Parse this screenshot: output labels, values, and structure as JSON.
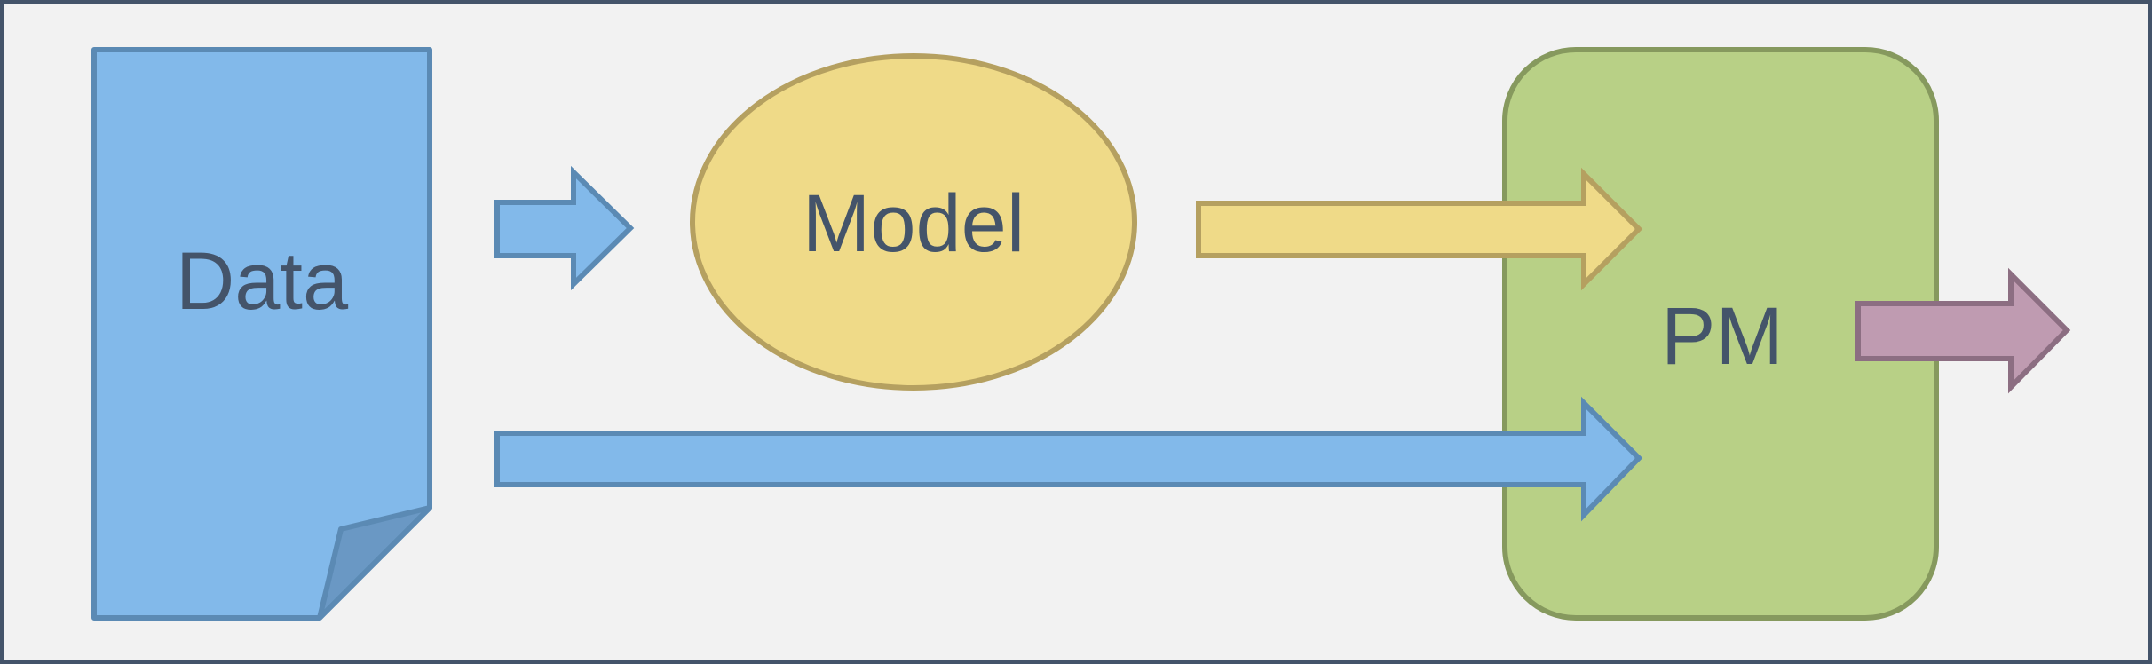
{
  "diagram": {
    "nodes": {
      "data": {
        "label": "Data",
        "shape": "document-icon"
      },
      "model": {
        "label": "Model",
        "shape": "ellipse"
      },
      "pm": {
        "label": "PM",
        "shape": "rounded-rectangle"
      }
    },
    "edges": [
      {
        "from": "data",
        "to": "model"
      },
      {
        "from": "model",
        "to": "pm"
      },
      {
        "from": "data",
        "to": "pm"
      },
      {
        "from": "pm",
        "to": "output"
      }
    ]
  },
  "colors": {
    "background": "#f2f2f2",
    "frame": "#44546a",
    "text": "#44546a",
    "data_fill": "#82b9ea",
    "data_stroke": "#5b8ab4",
    "data_fold": "#6a98c4",
    "model_fill": "#efda88",
    "model_stroke": "#b5a060",
    "pm_fill": "#b8d086",
    "pm_stroke": "#86995e",
    "out_fill": "#bf9bb1",
    "out_stroke": "#8c6e82"
  }
}
